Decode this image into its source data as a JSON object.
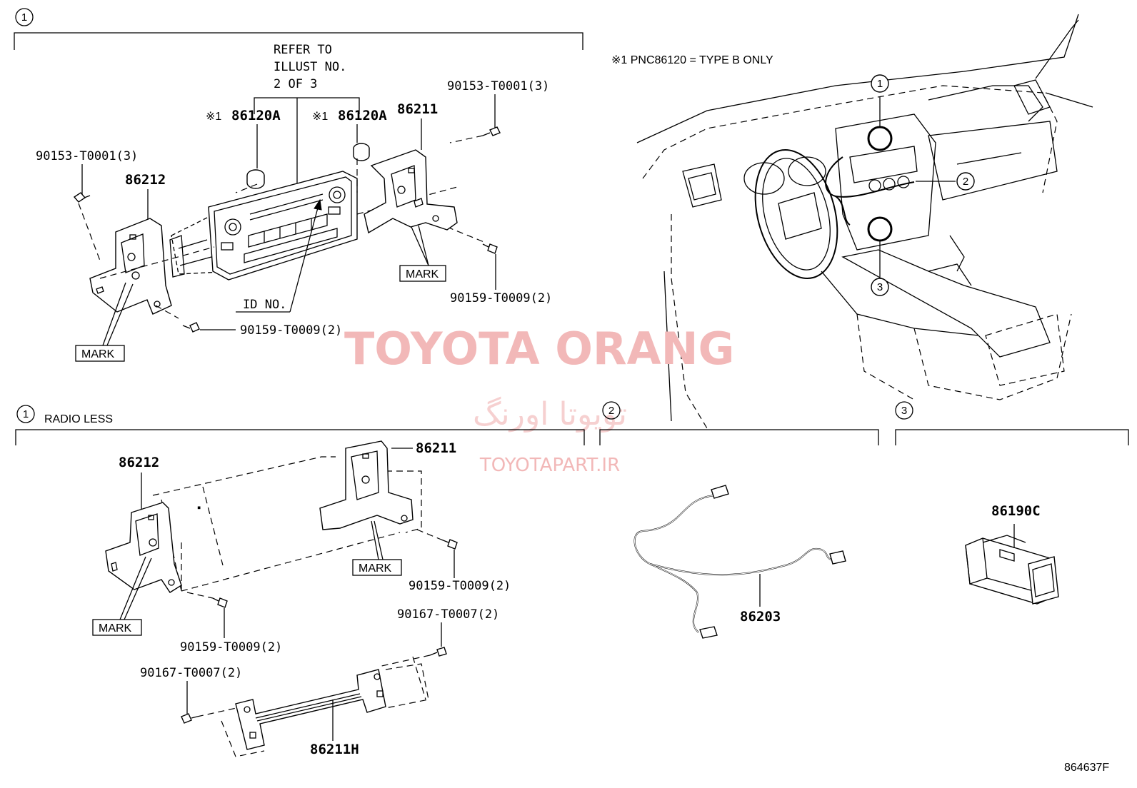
{
  "callouts": [
    "1",
    "1",
    "2",
    "3"
  ],
  "vehicle_callouts": [
    "1",
    "2",
    "3"
  ],
  "note": "※1 PNC86120 = TYPE B ONLY",
  "section_radio_less": "RADIO LESS",
  "refer_to": [
    "REFER TO",
    "ILLUST NO.",
    "2 OF 3"
  ],
  "ref_mark": "※1",
  "mark": "MARK",
  "id_no": "ID NO.",
  "parts": {
    "radio_a": "86120A",
    "bracket_right": "86211",
    "bracket_left": "86212",
    "screw_90153": "90153-T0001(3)",
    "screw_90159": "90159-T0009(2)",
    "screw_90167": "90167-T0007(2)",
    "bracket_h": "86211H",
    "wire": "86203",
    "switch": "86190C"
  },
  "watermark": {
    "main": "TOYOTA ORANG",
    "farsi": "تویوتا اورنگ",
    "url": "TOYOTAPART.IR"
  },
  "illustration_id": "864637F"
}
